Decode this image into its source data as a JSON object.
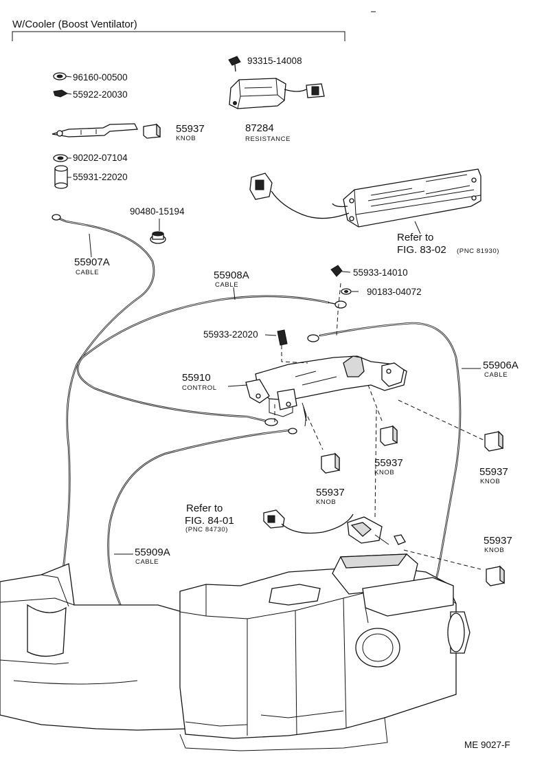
{
  "header": {
    "title": "W/Cooler (Boost Ventilator)"
  },
  "footer": {
    "code": "ME  9027-F"
  },
  "parts": {
    "p1": {
      "number": "93315-14008"
    },
    "p2": {
      "number": "96160-00500"
    },
    "p3": {
      "number": "55922-20030"
    },
    "p4": {
      "number": "55937",
      "name": "KNOB"
    },
    "p5": {
      "number": "87284",
      "name": "RESISTANCE"
    },
    "p6": {
      "number": "90202-07104"
    },
    "p7": {
      "number": "55931-22020"
    },
    "p8": {
      "number": "90480-15194"
    },
    "p9": {
      "number": "55907A",
      "name": "CABLE"
    },
    "p10": {
      "number": "55908A",
      "name": "CABLE"
    },
    "p11": {
      "number": "55933-14010"
    },
    "p12": {
      "number": "90183-04072"
    },
    "p13": {
      "number": "55933-22020"
    },
    "p14": {
      "number": "55910",
      "name": "CONTROL"
    },
    "p15": {
      "number": "55906A",
      "name": "CABLE"
    },
    "p16": {
      "number": "55937",
      "name": "KNOB"
    },
    "p17": {
      "number": "55937",
      "name": "KNOB"
    },
    "p18": {
      "number": "55937",
      "name": "KNOB"
    },
    "p19": {
      "number": "55909A",
      "name": "CABLE"
    },
    "p20": {
      "number": "55937",
      "name": "KNOB"
    }
  },
  "refs": {
    "fig8302": {
      "line1": "Refer to",
      "line2": "FIG. 83-02",
      "pnc": "(PNC 81930)"
    },
    "fig8401": {
      "line1": "Refer to",
      "line2": "FIG. 84-01",
      "pnc": "(PNC 84730)"
    }
  }
}
